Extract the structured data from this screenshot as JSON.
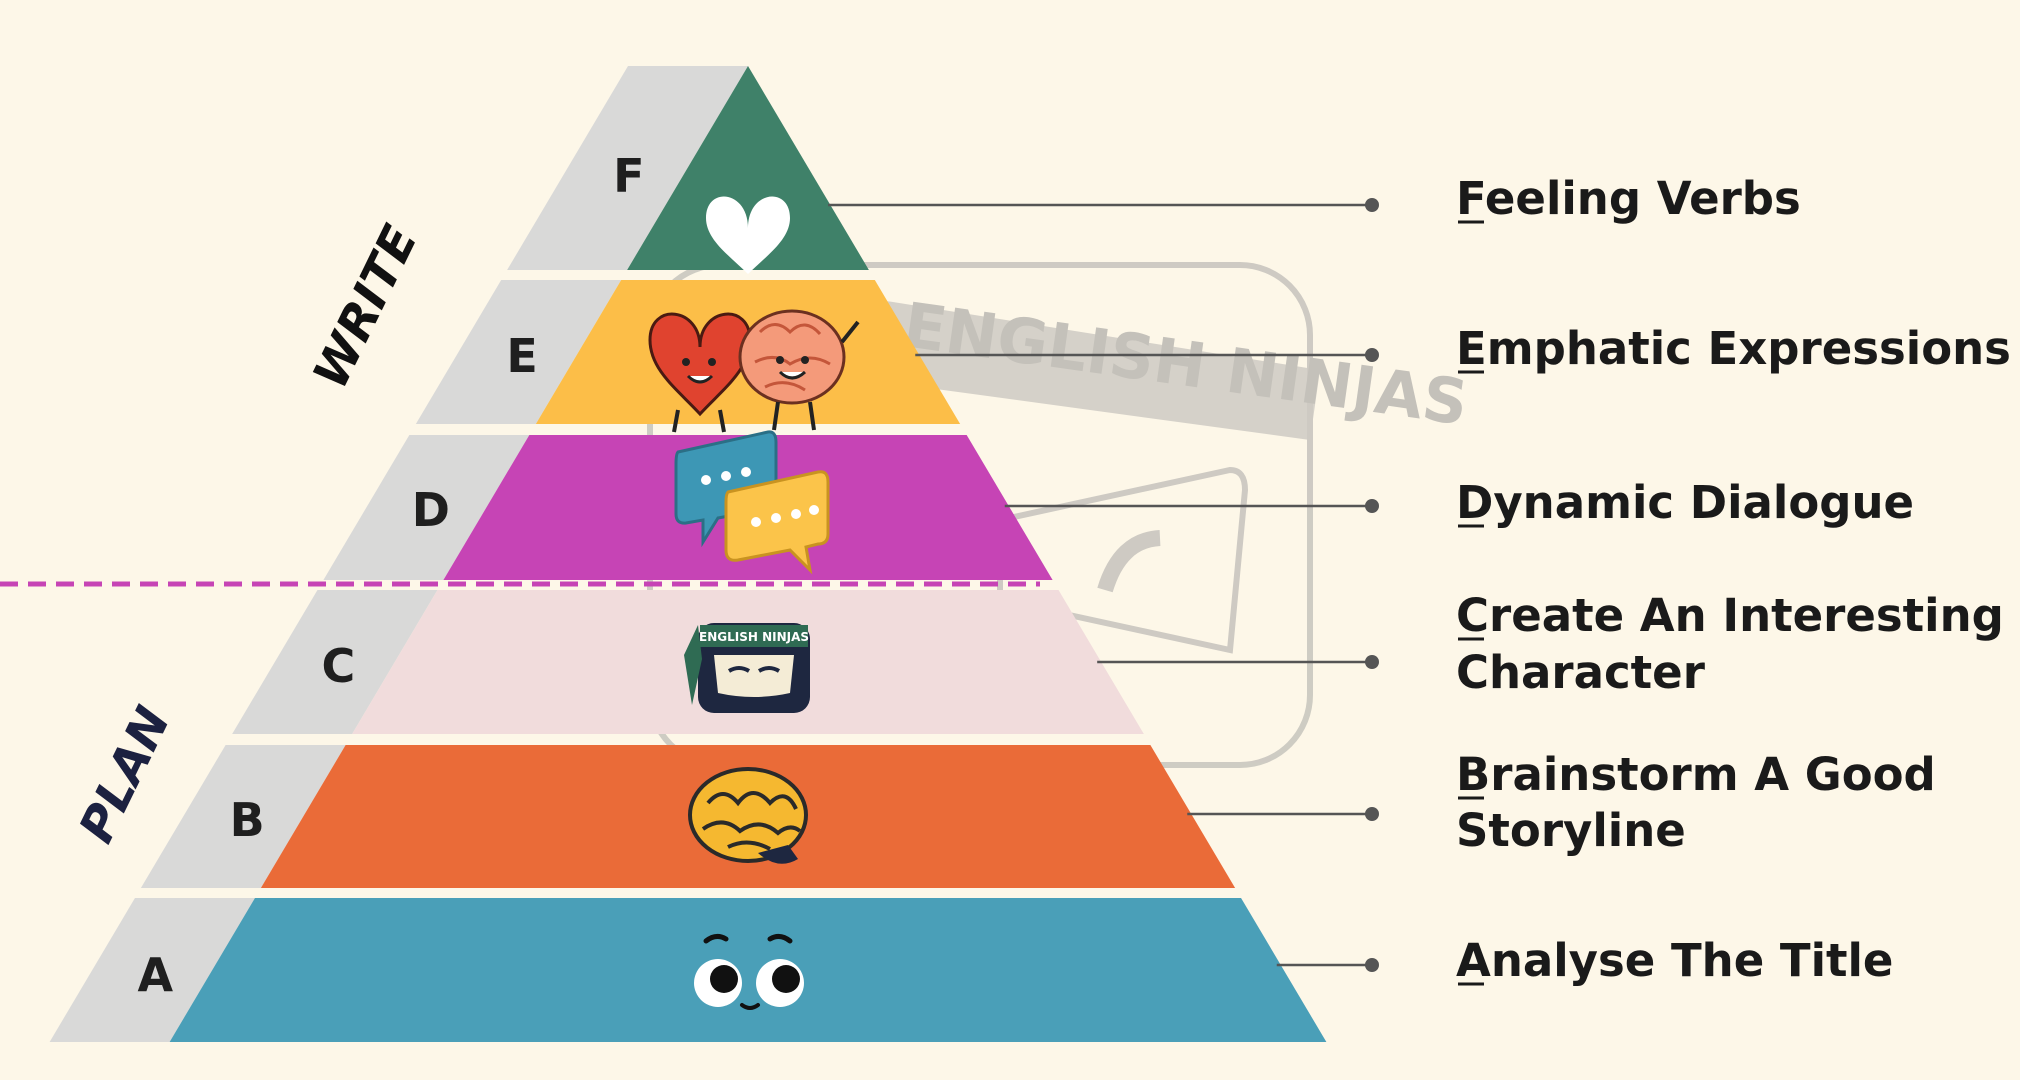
{
  "stage_labels": {
    "write": "WRITE",
    "plan": "PLAN"
  },
  "watermark": {
    "text": "ENGLISH NINJAS"
  },
  "badge_text": "ENGLISH NINJAS",
  "levels": [
    {
      "letter": "F",
      "first": "F",
      "rest": "eeling Verbs",
      "lines": [
        "Feeling Verbs"
      ],
      "color": "#3f8169",
      "icon": "heart-icon"
    },
    {
      "letter": "E",
      "first": "E",
      "rest": "mphatic Expressions",
      "lines": [
        "Emphatic Expressions"
      ],
      "color": "#fcbe48",
      "icon": "heart-and-brain-icon"
    },
    {
      "letter": "D",
      "first": "D",
      "rest": "ynamic Dialogue",
      "lines": [
        "Dynamic Dialogue"
      ],
      "color": "#c644b5",
      "icon": "speech-bubbles-icon"
    },
    {
      "letter": "C",
      "first": "C",
      "rest": "reate An Interesting",
      "lines": [
        "Create An Interesting",
        "Character"
      ],
      "color": "#f1dcdc",
      "icon": "ninja-badge-icon"
    },
    {
      "letter": "B",
      "first": "B",
      "rest": "rainstorm A Good",
      "lines": [
        "Brainstorm A Good",
        "Storyline"
      ],
      "color": "#ea6b38",
      "icon": "brain-icon"
    },
    {
      "letter": "A",
      "first": "A",
      "rest": "nalyse The Title",
      "lines": [
        "Analyse The Title"
      ],
      "color": "#4a9fb8",
      "icon": "cartoon-eyes-icon"
    }
  ],
  "colors": {
    "gray_band": "#d9d9d8",
    "connector": "#555555",
    "divider": "#c644b5",
    "plan_text": "#1c2140",
    "write_text": "#111111"
  }
}
